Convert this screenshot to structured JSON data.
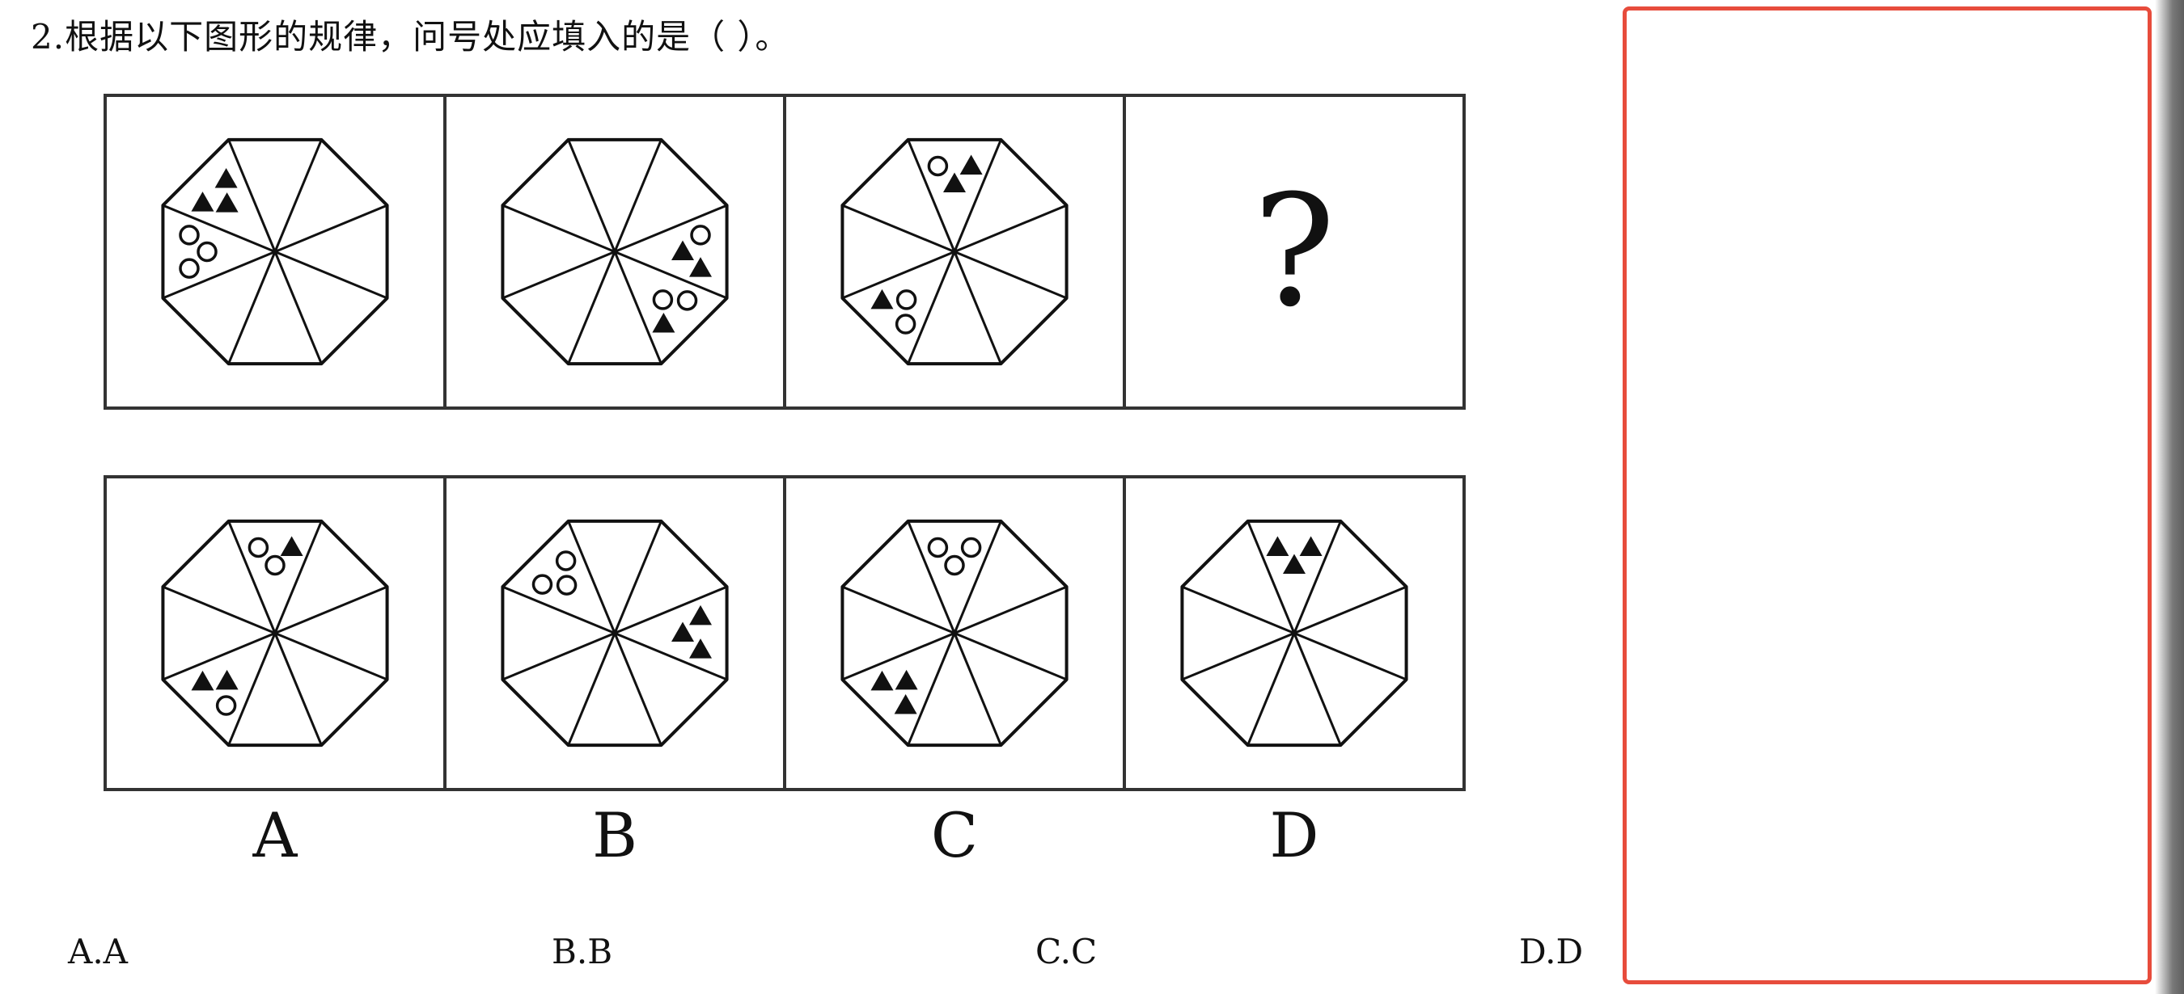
{
  "question": {
    "text": "2.根据以下图形的规律，问号处应填入的是（    ）。"
  },
  "figure": {
    "question_mark": "?",
    "option_letters": [
      "A",
      "B",
      "C",
      "D"
    ],
    "stroke_color": "#111111",
    "puzzle_cells": [
      {
        "segments": [
          {
            "sector": 6,
            "circles": 3,
            "triangles": 0
          },
          {
            "sector": 7,
            "circles": 0,
            "triangles": 3
          }
        ]
      },
      {
        "segments": [
          {
            "sector": 2,
            "circles": 1,
            "triangles": 2
          },
          {
            "sector": 3,
            "circles": 2,
            "triangles": 1
          }
        ]
      },
      {
        "segments": [
          {
            "sector": 0,
            "circles": 1,
            "triangles": 2
          },
          {
            "sector": 5,
            "circles": 2,
            "triangles": 1
          }
        ]
      }
    ],
    "option_cells": [
      {
        "segments": [
          {
            "sector": 0,
            "circles": 2,
            "triangles": 1
          },
          {
            "sector": 5,
            "circles": 1,
            "triangles": 2
          }
        ]
      },
      {
        "segments": [
          {
            "sector": 7,
            "circles": 3,
            "triangles": 0
          },
          {
            "sector": 2,
            "circles": 0,
            "triangles": 3
          }
        ]
      },
      {
        "segments": [
          {
            "sector": 0,
            "circles": 3,
            "triangles": 0
          },
          {
            "sector": 5,
            "circles": 0,
            "triangles": 3
          }
        ]
      },
      {
        "segments": [
          {
            "sector": 0,
            "circles": 0,
            "triangles": 3
          }
        ]
      }
    ]
  },
  "options": [
    {
      "label": "A.A"
    },
    {
      "label": "B.B"
    },
    {
      "label": "C.C"
    },
    {
      "label": "D.D"
    }
  ],
  "answer_box": {
    "border_color": "#e74c3c"
  }
}
